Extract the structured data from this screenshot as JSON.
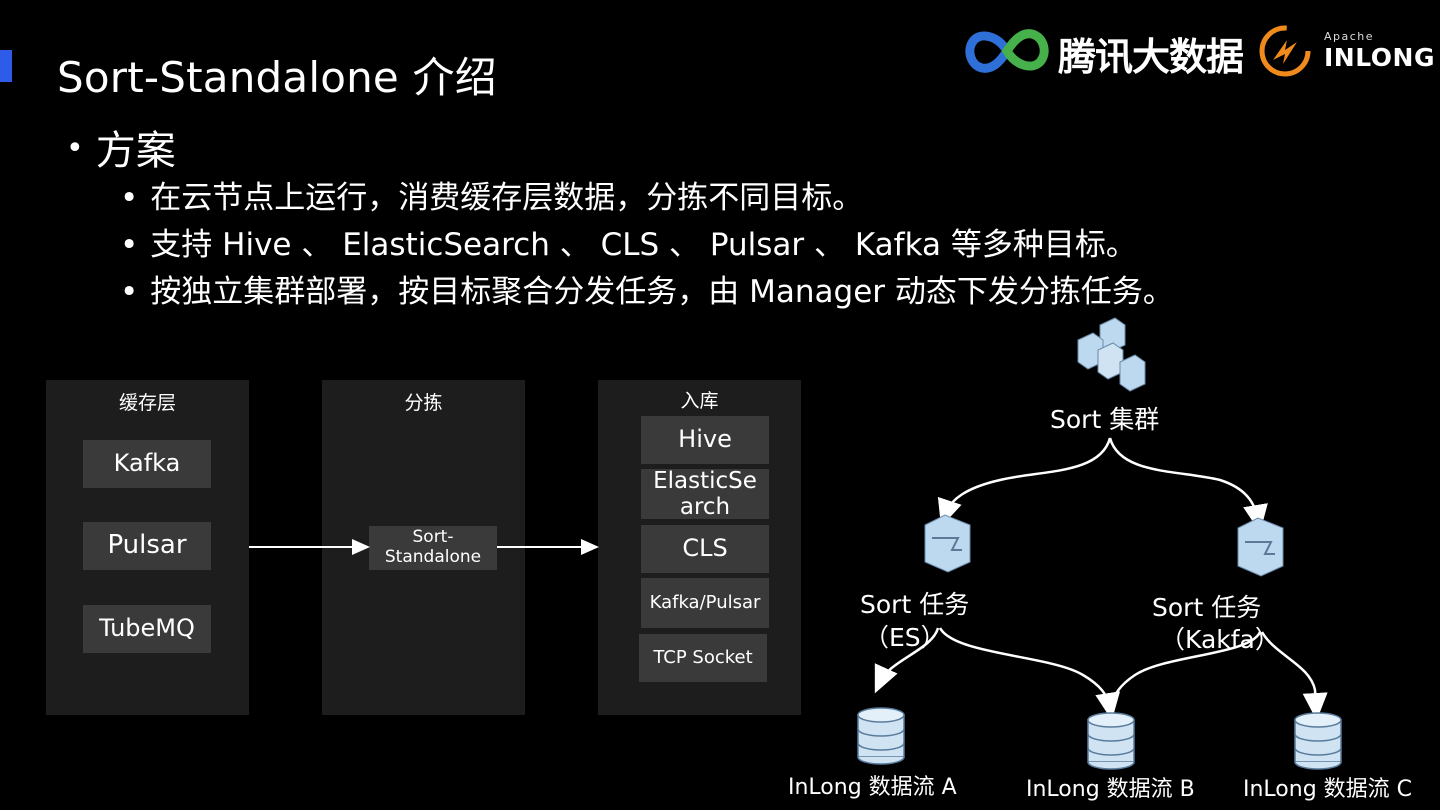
{
  "slide": {
    "title": "Sort-Standalone 介绍"
  },
  "logos": {
    "tencent_bigdata": "腾讯大数据",
    "apache_label": "Apache",
    "inlong_label": "INLONG"
  },
  "bullets": {
    "heading": "方案",
    "items": [
      "在云节点上运行，消费缓存层数据，分拣不同目标。",
      "支持 Hive 、 ElasticSearch 、 CLS 、 Pulsar 、 Kafka 等多种目标。",
      "按独立集群部署，按目标聚合分发任务，由 Manager 动态下发分拣任务。"
    ]
  },
  "flow": {
    "cache": {
      "label": "缓存层",
      "items": [
        "Kafka",
        "Pulsar",
        "TubeMQ"
      ]
    },
    "sort": {
      "label": "分拣",
      "node_line1": "Sort-",
      "node_line2": "Standalone"
    },
    "sink": {
      "label": "入库",
      "items": [
        "Hive",
        "ElasticSearch",
        "CLS",
        "Kafka/Pulsar",
        "TCP Socket"
      ],
      "elastic_line1": "ElasticSe",
      "elastic_line2": "arch"
    }
  },
  "topology": {
    "cluster_label": "Sort 集群",
    "task_es_line1": "Sort 任务",
    "task_es_line2": "（ES）",
    "task_kafka_line1": "Sort 任务",
    "task_kafka_line2": "（Kakfa）",
    "streams": [
      "InLong 数据流 A",
      "InLong 数据流 B",
      "InLong 数据流 C"
    ]
  },
  "colors": {
    "accent": "#2f5bea",
    "logo_blue": "#2e6fd8",
    "logo_green": "#46b04a",
    "inlong_orange": "#f08a1c",
    "panel_bg": "#1d1d1d",
    "box_bg": "#3a3a3a",
    "db_icon": "#cfe3f3",
    "server_icon": "#bcd9f0"
  }
}
